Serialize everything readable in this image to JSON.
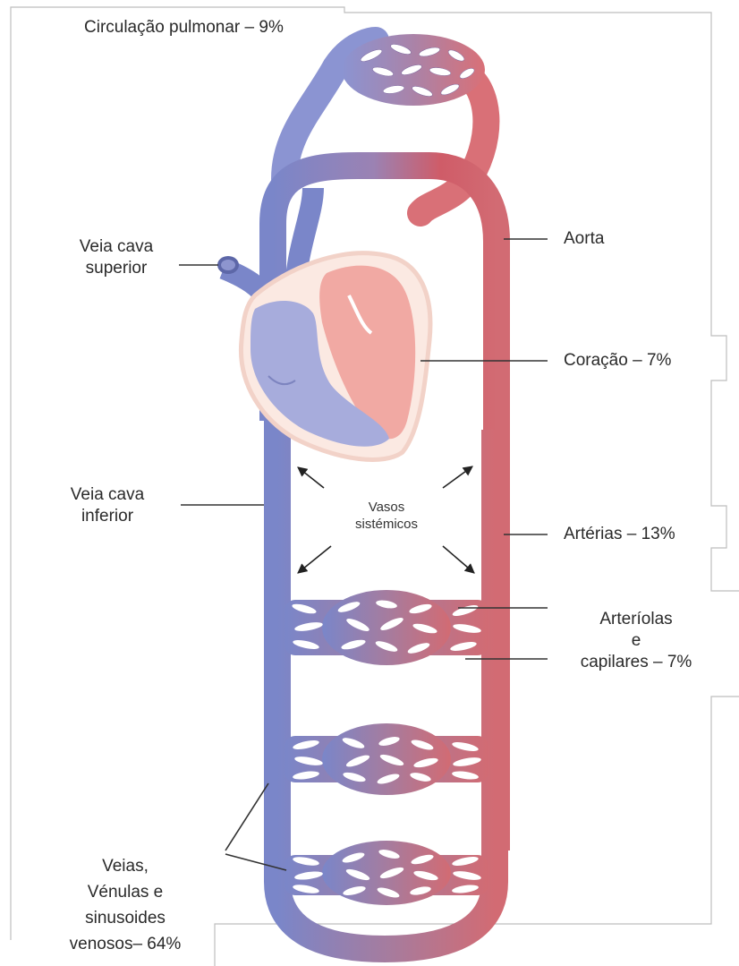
{
  "labels": {
    "pulmonary": "Circulação pulmonar – 9%",
    "superior_vena_cava": [
      "Veia cava",
      "superior"
    ],
    "aorta": "Aorta",
    "heart": "Coração – 7%",
    "inferior_vena_cava": [
      "Veia cava",
      "inferior"
    ],
    "systemic_vessels": [
      "Vasos",
      "sistémicos"
    ],
    "arteries": "Artérias – 13%",
    "arterioles": [
      "Arteríolas",
      "e",
      "capilares – 7%"
    ],
    "veins": [
      "Veias,",
      "Vénulas e",
      "sinusoides",
      "venosos– 64%"
    ]
  },
  "colors": {
    "vein_blue": "#7a86c9",
    "artery_red": "#d26b73",
    "heart_outline": "#f2d2c8",
    "heart_left": "#f1a9a3",
    "heart_right": "#a7acdc",
    "leader_line": "#333333",
    "frame_line": "#bdbdbd"
  }
}
